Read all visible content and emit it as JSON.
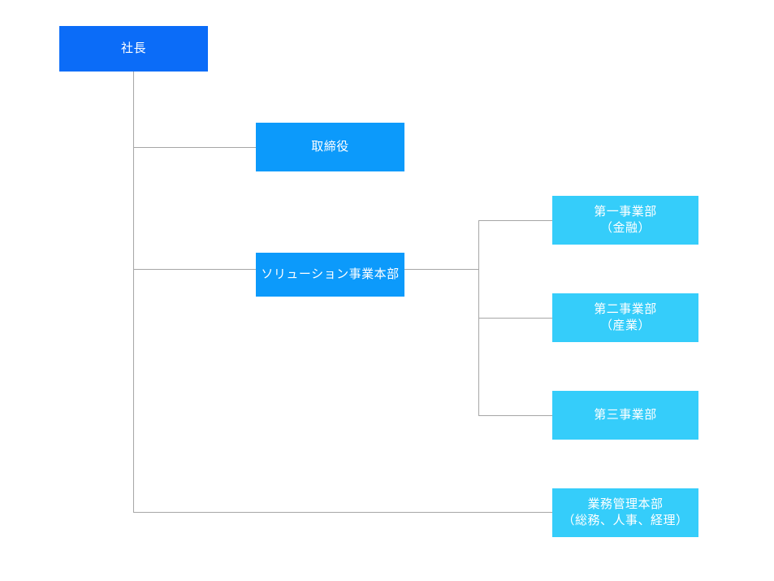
{
  "diagram": {
    "type": "org-chart",
    "colors": {
      "level1": "#0B6CF8",
      "level2": "#0C9AFB",
      "level3": "#35CDFA",
      "connector": "#A6A6A6",
      "background": "#FFFFFF",
      "text": "#FFFFFF"
    },
    "nodes": {
      "president": {
        "label": "社長",
        "lines": [
          "社長"
        ],
        "level": 1
      },
      "director": {
        "label": "取締役",
        "lines": [
          "取締役"
        ],
        "level": 2
      },
      "solution": {
        "label": "ソリューション事業本部",
        "lines": [
          "ソリューション事業本部"
        ],
        "level": 2
      },
      "division1": {
        "label": "第一事業部（金融）",
        "lines": [
          "第一事業部",
          "（金融）"
        ],
        "level": 3
      },
      "division2": {
        "label": "第二事業部（産業）",
        "lines": [
          "第二事業部",
          "（産業）"
        ],
        "level": 3
      },
      "division3": {
        "label": "第三事業部",
        "lines": [
          "第三事業部"
        ],
        "level": 3
      },
      "admin": {
        "label": "業務管理本部（総務、人事、経理）",
        "lines": [
          "業務管理本部",
          "（総務、人事、経理）"
        ],
        "level": 3
      }
    }
  }
}
